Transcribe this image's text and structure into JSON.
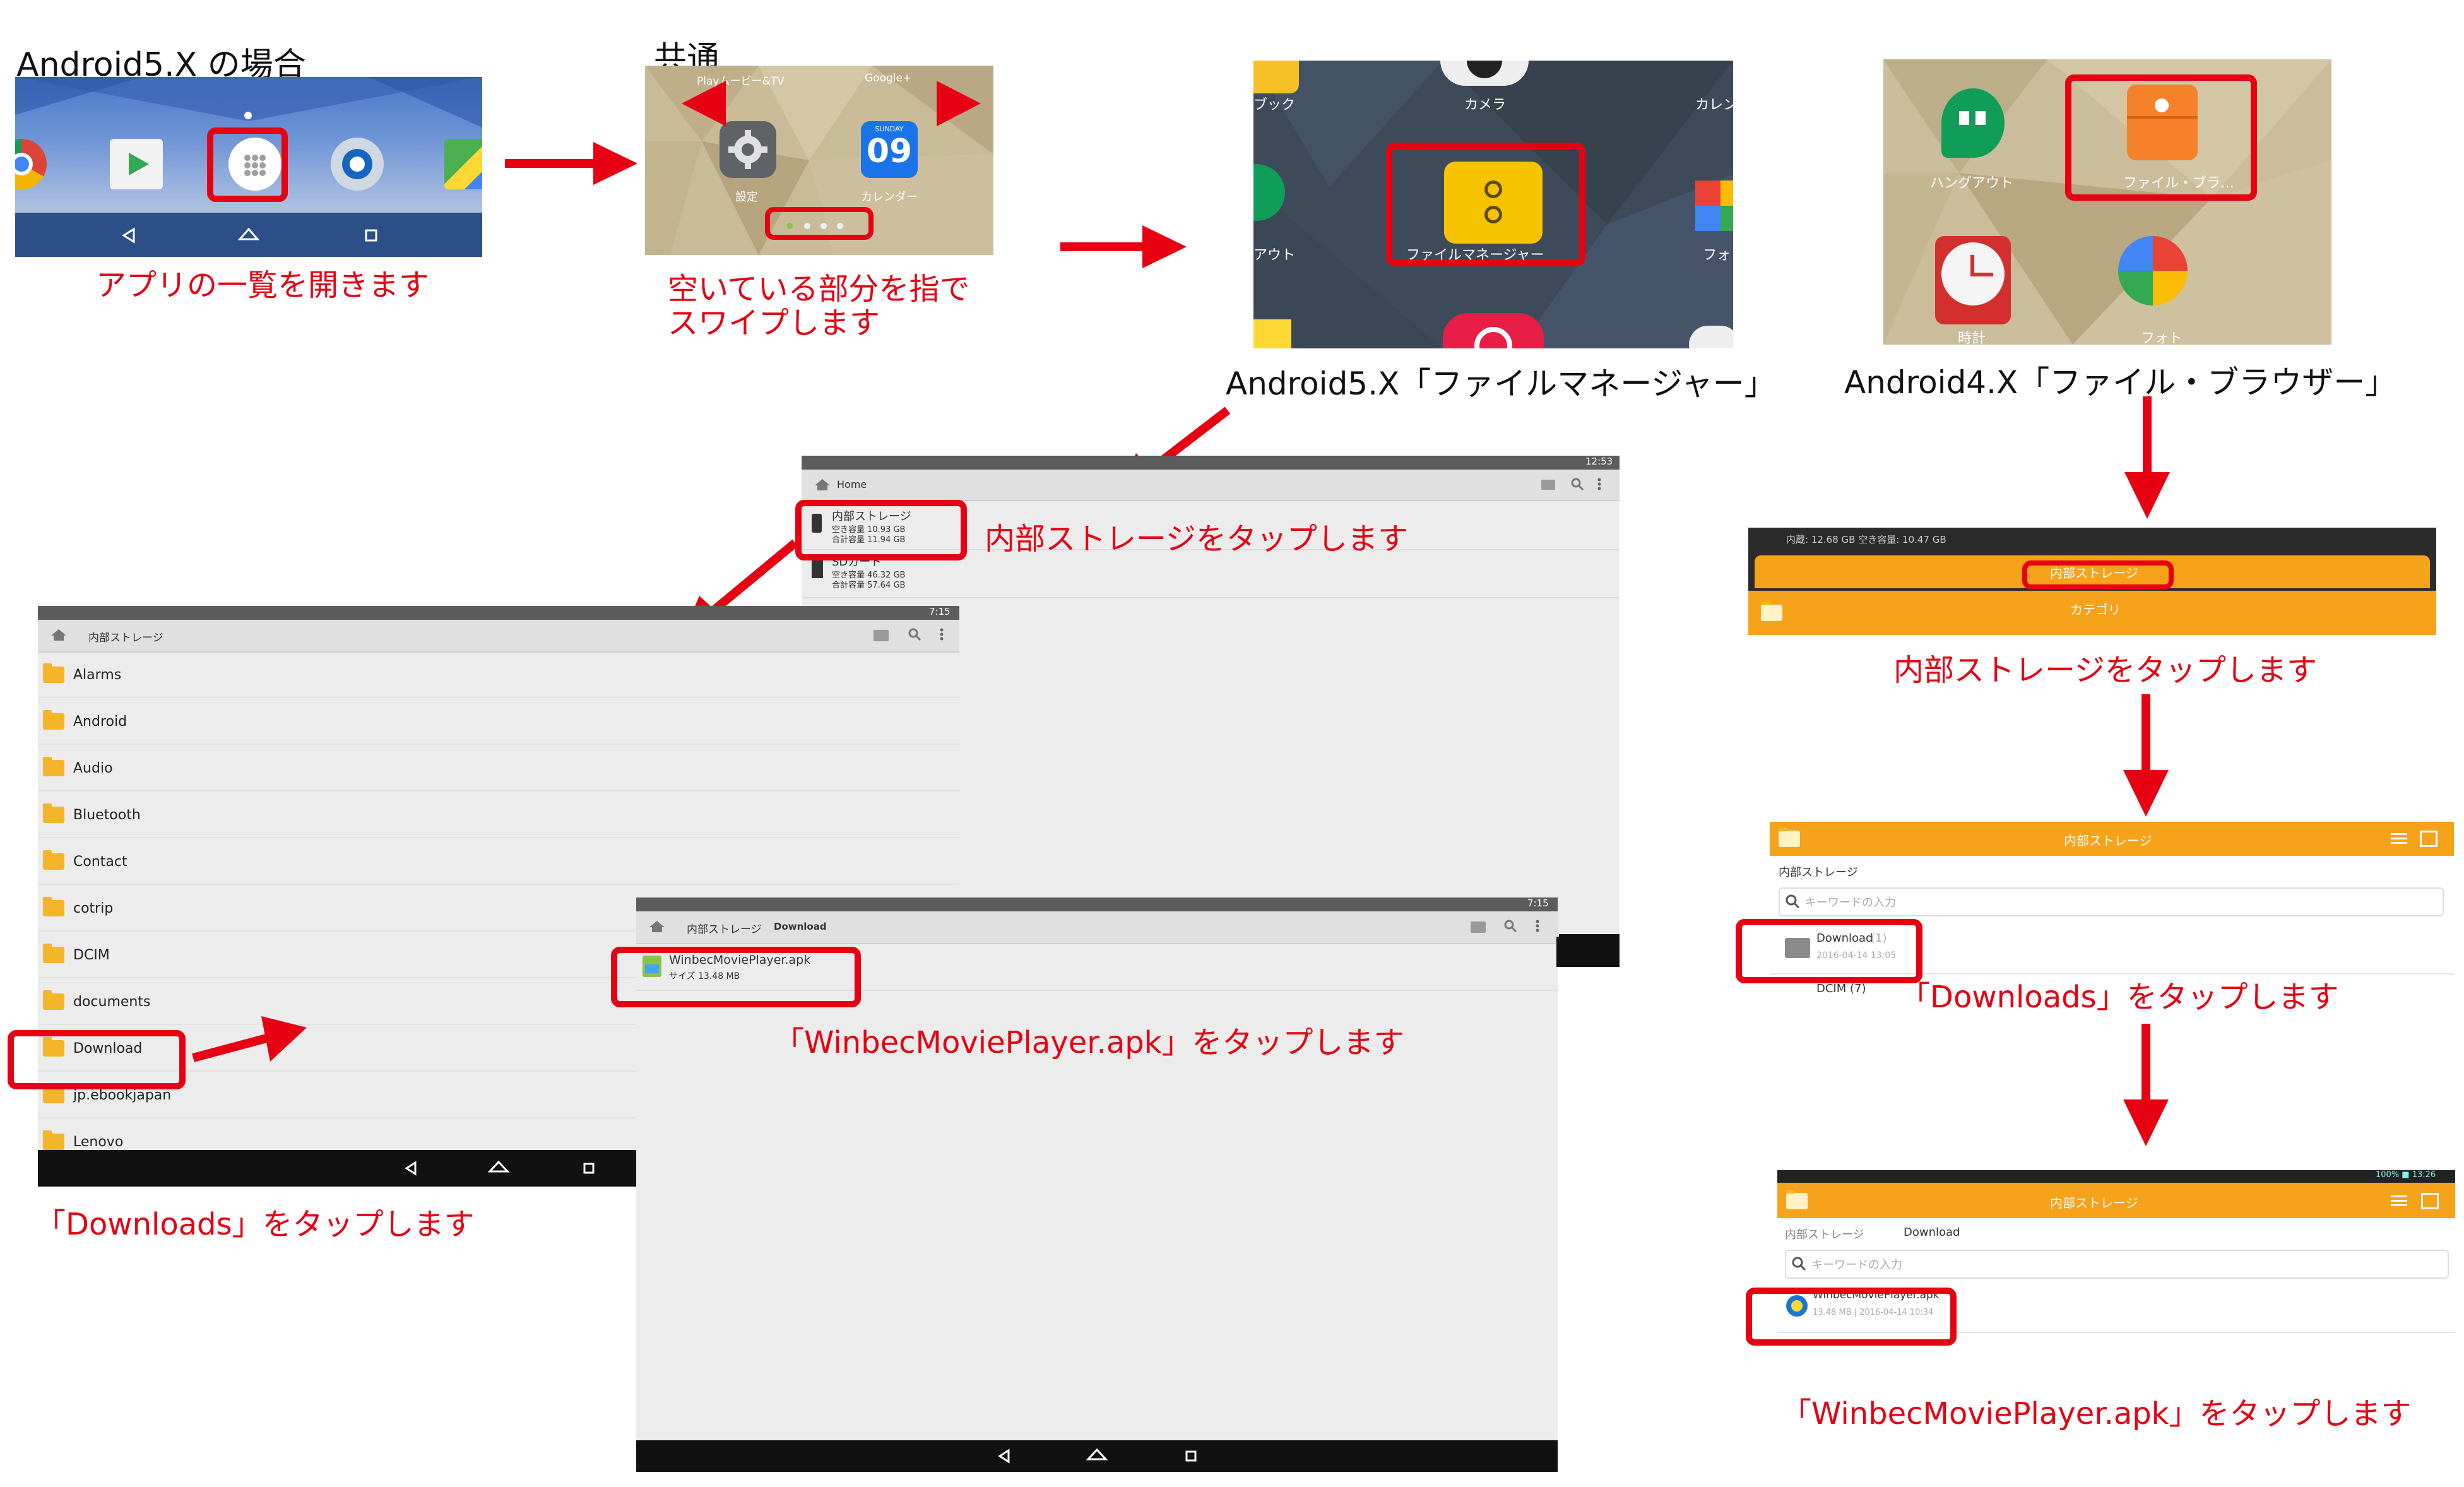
{
  "step1": {
    "title": "Android5.X の場合",
    "caption": "アプリの一覧を開きます"
  },
  "step2": {
    "title": "共通",
    "top_labels": [
      "Playムービー&TV",
      "Google+"
    ],
    "settings_label": "設定",
    "calendar_day": "SUNDAY",
    "calendar_num": "09",
    "calendar_label": "カレンダー",
    "caption_line1": "空いている部分を指で",
    "caption_line2": "スワイプします"
  },
  "step3a": {
    "items": [
      "ブック",
      "カメラ",
      "カレン",
      "アウト",
      "フォ"
    ],
    "target_label": "ファイルマネージャー",
    "label": "Android5.X「ファイルマネージャー」"
  },
  "step3b": {
    "items": [
      "ハングアウト",
      "時計",
      "フォト"
    ],
    "target_label": "ファイル・ブラ…",
    "label": "Android4.X「ファイル・ブラウザー」"
  },
  "fm_home": {
    "time": "12:53",
    "breadcrumb": "Home",
    "internal_title": "内部ストレージ",
    "internal_free": "空き容量 10.93 GB",
    "internal_total": "合計容量 11.94 GB",
    "sd_title": "SDカード",
    "sd_free": "空き容量 46.32 GB",
    "sd_total": "合計容量 57.64 GB",
    "caption": "内部ストレージをタップします"
  },
  "fm_internal": {
    "time": "7:15",
    "breadcrumb": "内部ストレージ",
    "folders": [
      "Alarms",
      "Android",
      "Audio",
      "Bluetooth",
      "Contact",
      "cotrip",
      "DCIM",
      "documents",
      "Download",
      "jp.ebookjapan",
      "Lenovo"
    ],
    "caption": "「Downloads」をタップします"
  },
  "fm_download": {
    "time": "7:15",
    "breadcrumb_1": "内部ストレージ",
    "breadcrumb_2": "Download",
    "file_name": "WinbecMoviePlayer.apk",
    "file_size": "サイズ 13.48 MB",
    "caption": "「WinbecMoviePlayer.apk」をタップします"
  },
  "fb_home": {
    "status": "内蔵: 12.68 GB  空き容量: 10.47 GB",
    "internal": "内部ストレージ",
    "category": "カテゴリ",
    "caption": "内部ストレージをタップします"
  },
  "fb_internal": {
    "title": "内部ストレージ",
    "breadcrumb": "内部ストレージ",
    "search_placeholder": "キーワードの入力",
    "item_name": "Download",
    "item_count": "(1)",
    "item_date": "2016-04-14 13:05",
    "next_item": "DCIM (7)",
    "caption": "「Downloads」をタップします"
  },
  "fb_download": {
    "status_right": "100% ■ 13:26",
    "title": "内部ストレージ",
    "breadcrumb_1": "内部ストレージ",
    "breadcrumb_2": "Download",
    "search_placeholder": "キーワードの入力",
    "file_name": "WinbecMoviePlayer.apk",
    "file_meta": "13.48 MB | 2016-04-14 10:34",
    "caption": "「WinbecMoviePlayer.apk」をタップします"
  },
  "colors": {
    "accent_red": "#e60012",
    "folder_orange": "#f5b52a",
    "fb_orange": "#f7a21b"
  }
}
